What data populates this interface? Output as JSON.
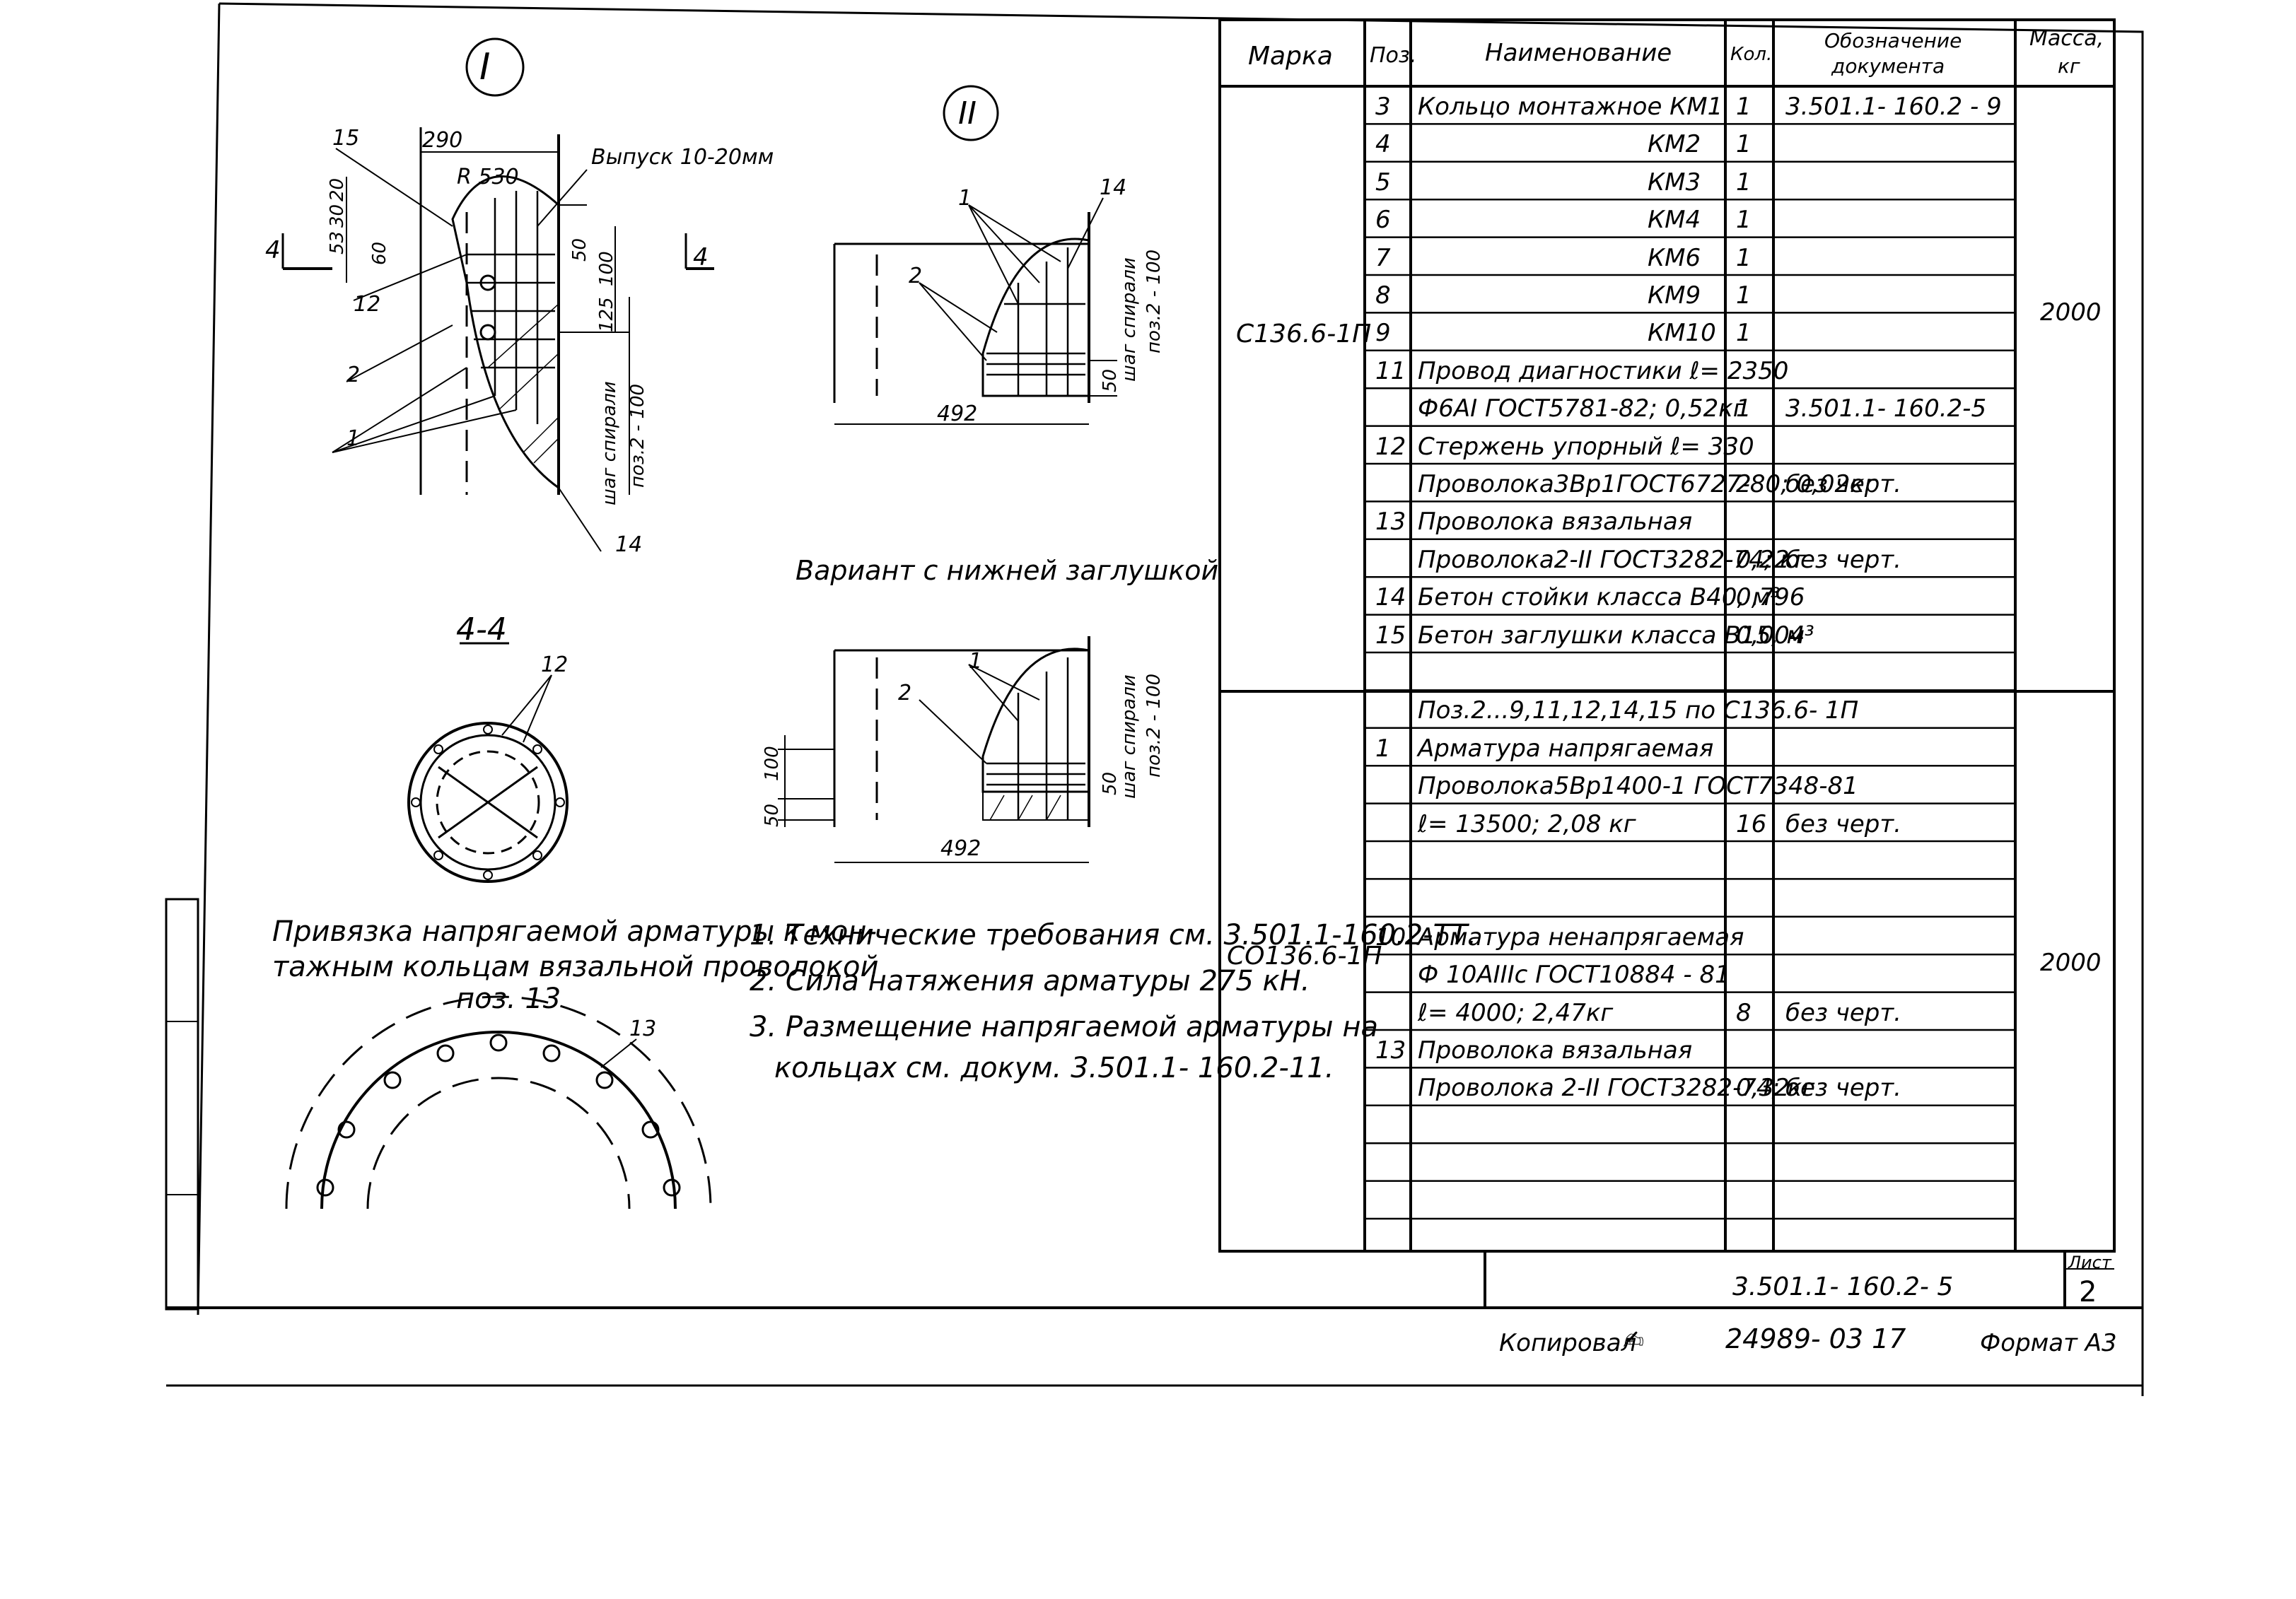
{
  "drawing": {
    "detail_1": "I",
    "detail_2": "II",
    "section": "4-4",
    "variant_caption": "Вариант с нижней заглушкой",
    "dims": {
      "d290": "290",
      "r530": "R 530",
      "vypusk": "Выпуск 10-20мм",
      "d20": "20",
      "d53": "53",
      "d30": "30",
      "d60": "60",
      "d50": "50",
      "d100": "100",
      "d125": "125",
      "step": "шаг спирали",
      "step2": "поз.2 - 100",
      "d492": "492",
      "d492b": "492",
      "d100b": "100",
      "d50b": "50",
      "d50c": "50",
      "d50d": "50",
      "sec_left": "4",
      "sec_right": "4"
    },
    "labels": {
      "p15": "15",
      "p12": "12",
      "p2": "2",
      "p1": "1",
      "p14": "14",
      "p14b": "14",
      "p1b": "1",
      "p2b": "2",
      "p2c": "2",
      "p1c": "1",
      "p12b": "12",
      "p13": "13"
    },
    "binding_caption": [
      "Привязка напрягаемой арматуры к мон-",
      "тажным кольцам вязальной проволокой",
      "поз. 13"
    ]
  },
  "notes": [
    "1. Технические требования см. 3.501.1-160.2-ТТ.",
    "2. Сила натяжения арматуры 275 кН.",
    "3. Размещение напрягаемой арматуры на",
    "кольцах см. докум. 3.501.1- 160.2-11."
  ],
  "spec_table": {
    "headers": {
      "marka": "Марка",
      "poz": "Поз.",
      "name": "Наименование",
      "kol": "Кол.",
      "doc": [
        "Обозначение",
        "документа"
      ],
      "mass": [
        "Масса,",
        "кг"
      ]
    },
    "group1": {
      "marka": "С136.6-1П",
      "mass": "2000"
    },
    "group2": {
      "marka": "СО136.6-1П",
      "mass": "2000"
    },
    "rows": [
      {
        "poz": "3",
        "name": "Кольцо монтажное   КМ1",
        "kol": "1",
        "doc": "3.501.1- 160.2 - 9"
      },
      {
        "poz": "4",
        "name": "КМ2",
        "kol": "1",
        "doc": ""
      },
      {
        "poz": "5",
        "name": "КМ3",
        "kol": "1",
        "doc": ""
      },
      {
        "poz": "6",
        "name": "КМ4",
        "kol": "1",
        "doc": ""
      },
      {
        "poz": "7",
        "name": "КМ6",
        "kol": "1",
        "doc": ""
      },
      {
        "poz": "8",
        "name": "КМ9",
        "kol": "1",
        "doc": ""
      },
      {
        "poz": "9",
        "name": "КМ10",
        "kol": "1",
        "doc": ""
      },
      {
        "poz": "11",
        "name": "Провод диагностики  ℓ= 2350",
        "kol": "",
        "doc": ""
      },
      {
        "poz": "",
        "name": "Ф6АI ГОСТ5781-82;  0,52кг",
        "kol": "1",
        "doc": "3.501.1- 160.2-5"
      },
      {
        "poz": "12",
        "name": "Стержень упорный  ℓ= 330",
        "kol": "",
        "doc": ""
      },
      {
        "poz": "",
        "name": "Проволока3Вр1ГОСТ6727-80; 0,02кг",
        "kol": "2",
        "doc": "без черт."
      },
      {
        "poz": "13",
        "name": "Проволока вязальная",
        "kol": "",
        "doc": ""
      },
      {
        "poz": "",
        "name": "Проволока2-II ГОСТ3282-74;  кг",
        "kol": "0,22",
        "doc": "без черт."
      },
      {
        "poz": "14",
        "name": "Бетон стойки класса В40,  м³",
        "kol": "0,796",
        "doc": ""
      },
      {
        "poz": "15",
        "name": "Бетон заглушки класса В15,  м³",
        "kol": "0,004",
        "doc": ""
      },
      {
        "poz": "",
        "name": "",
        "kol": "",
        "doc": ""
      },
      {
        "poz": "",
        "name": "Поз.2...9,11,12,14,15 по С136.6- 1П",
        "kol": "",
        "doc": ""
      },
      {
        "poz": "1",
        "name": "Арматура напрягаемая",
        "kol": "",
        "doc": ""
      },
      {
        "poz": "",
        "name": "Проволока5Вр1400-1 ГОСТ7348-81",
        "kol": "",
        "doc": ""
      },
      {
        "poz": "",
        "name": "ℓ= 13500;  2,08 кг",
        "kol": "16",
        "doc": "без черт."
      },
      {
        "poz": "",
        "name": "",
        "kol": "",
        "doc": ""
      },
      {
        "poz": "",
        "name": "",
        "kol": "",
        "doc": ""
      },
      {
        "poz": "10",
        "name": "Арматура ненапрягаемая",
        "kol": "",
        "doc": ""
      },
      {
        "poz": "",
        "name": "Ф 10АIIIс ГОСТ10884 - 81",
        "kol": "",
        "doc": ""
      },
      {
        "poz": "",
        "name": "ℓ= 4000;  2,47кг",
        "kol": "8",
        "doc": "без черт."
      },
      {
        "poz": "13",
        "name": "Проволока вязальная",
        "kol": "",
        "doc": ""
      },
      {
        "poz": "",
        "name": "Проволока 2-II ГОСТ3282-74; кг",
        "kol": "0,32",
        "doc": "без черт."
      },
      {
        "poz": "",
        "name": "",
        "kol": "",
        "doc": ""
      },
      {
        "poz": "",
        "name": "",
        "kol": "",
        "doc": ""
      },
      {
        "poz": "",
        "name": "",
        "kol": "",
        "doc": ""
      },
      {
        "poz": "",
        "name": "",
        "kol": "",
        "doc": ""
      }
    ]
  },
  "title_block": {
    "doc_number": "3.501.1- 160.2- 5",
    "sheet_label": "Лист",
    "sheet_number": "2"
  },
  "footer": {
    "copied": "Копировал",
    "order": "24989- 03   17",
    "format": "Формат А3"
  }
}
